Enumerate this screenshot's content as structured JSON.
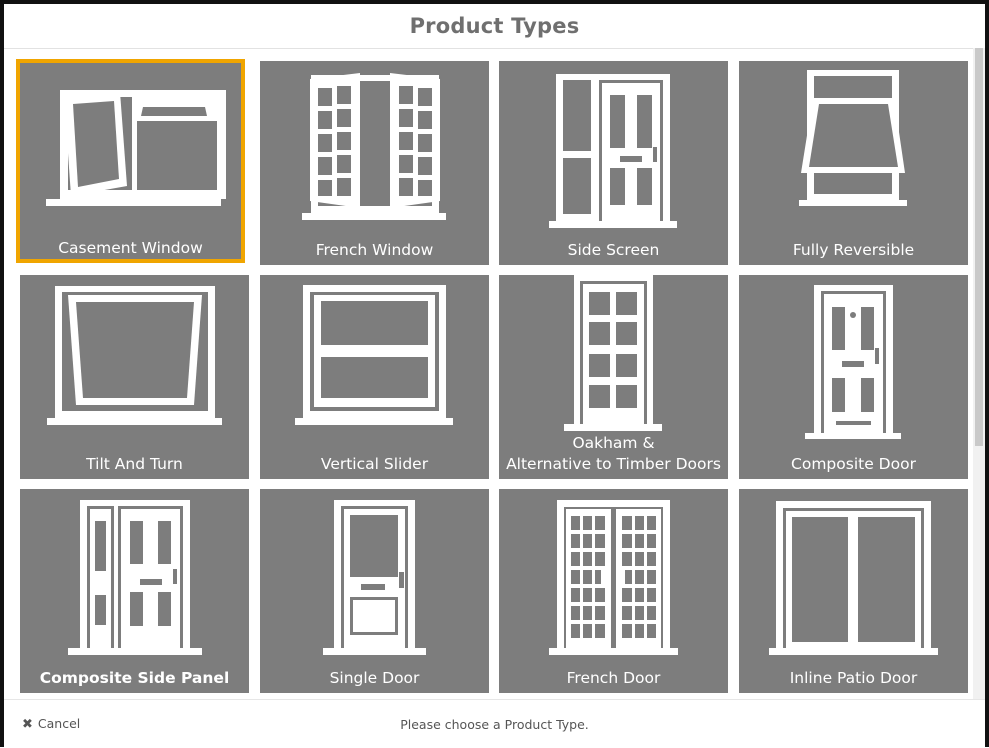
{
  "dialog": {
    "title": "Product Types",
    "footer": {
      "cancel_icon": "close-icon",
      "cancel_label": "Cancel",
      "hint": "Please choose a Product Type."
    }
  },
  "colors": {
    "tile_background": "#7d7d7d",
    "selected_border": "#f0a500",
    "title_text": "#6f6f6f"
  },
  "products": [
    {
      "label": "Casement Window",
      "icon": "casement-window-icon",
      "selected": true
    },
    {
      "label": "French Window",
      "icon": "french-window-icon",
      "selected": false
    },
    {
      "label": "Side Screen",
      "icon": "side-screen-icon",
      "selected": false
    },
    {
      "label": "Fully Reversible",
      "icon": "fully-reversible-icon",
      "selected": false
    },
    {
      "label": "Tilt And Turn",
      "icon": "tilt-and-turn-icon",
      "selected": false
    },
    {
      "label": "Vertical Slider",
      "icon": "vertical-slider-icon",
      "selected": false
    },
    {
      "label": "Oakham &",
      "label_line2": "Alternative to Timber Doors",
      "icon": "timber-door-icon",
      "selected": false
    },
    {
      "label": "Composite Door",
      "icon": "composite-door-icon",
      "selected": false
    },
    {
      "label": "Composite Side Panel",
      "icon": "composite-side-panel-icon",
      "selected": false
    },
    {
      "label": "Single Door",
      "icon": "single-door-icon",
      "selected": false
    },
    {
      "label": "French Door",
      "icon": "french-door-icon",
      "selected": false
    },
    {
      "label": "Inline Patio Door",
      "icon": "inline-patio-door-icon",
      "selected": false
    }
  ]
}
